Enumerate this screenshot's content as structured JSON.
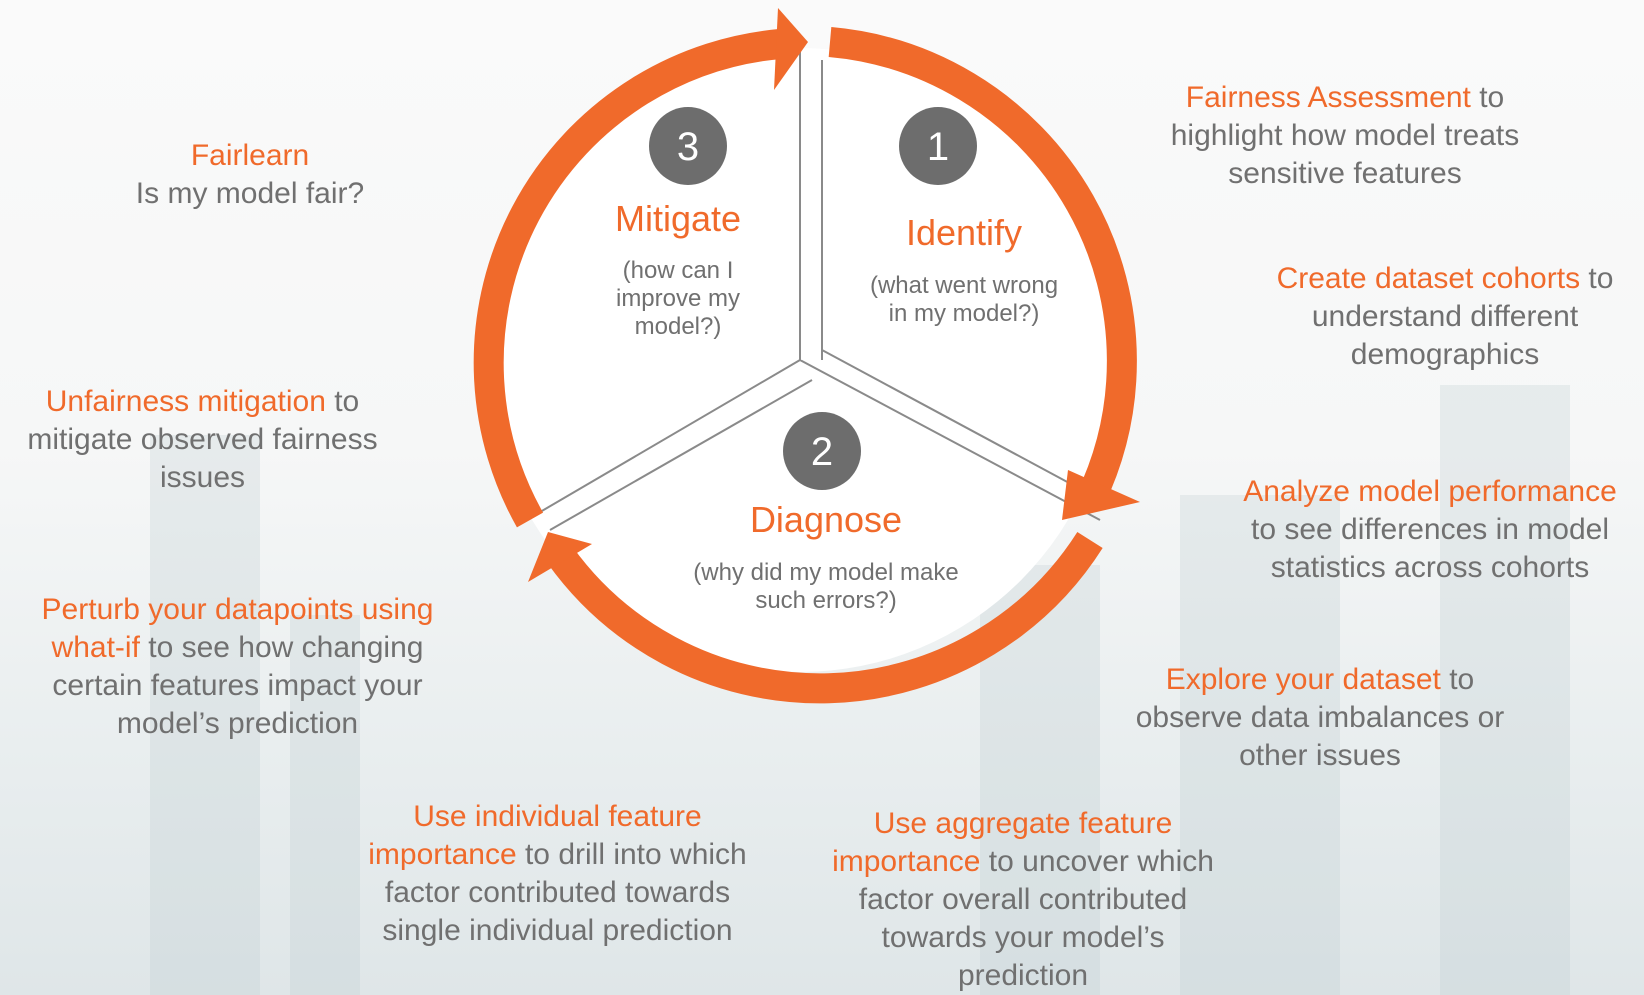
{
  "diagram": {
    "steps": [
      {
        "number": "1",
        "title": "Identify",
        "sub": [
          "(what went wrong",
          "in my model?)"
        ]
      },
      {
        "number": "2",
        "title": "Diagnose",
        "sub": [
          "(why did my model make",
          "such errors?)"
        ]
      },
      {
        "number": "3",
        "title": "Mitigate",
        "sub": [
          "(how can I",
          "improve my",
          "model?)"
        ]
      }
    ]
  },
  "annotations": {
    "fairlearn": {
      "title": "Fairlearn",
      "text": "Is my model fair?"
    },
    "fairness_assessment": {
      "highlight": "Fairness Assessment",
      "text_after": " to",
      "rest": "highlight how model treats sensitive features"
    },
    "cohorts": {
      "highlight": "Create dataset cohorts",
      "text_after": " to",
      "rest": "understand different demographics"
    },
    "performance": {
      "highlight": "Analyze model performance",
      "rest": "to see differences in model statistics across cohorts"
    },
    "explore": {
      "highlight": "Explore your dataset",
      "text_after": " to",
      "rest": "observe data imbalances or other issues"
    },
    "aggregate": {
      "highlight1": "Use aggregate feature",
      "highlight2": "importance",
      "text_after": " to uncover which",
      "rest": "factor overall contributed towards your model’s prediction"
    },
    "individual": {
      "highlight1": "Use individual feature",
      "highlight2": "importance",
      "text_after": " to drill into which",
      "rest": "factor contributed towards single individual prediction"
    },
    "perturb": {
      "highlight1": "Perturb your datapoints using",
      "highlight2": "what-if",
      "text_after": " to see how changing",
      "rest": "certain features impact your model’s prediction"
    },
    "unfairness": {
      "highlight": "Unfairness mitigation",
      "text_after": " to",
      "rest": "mitigate observed fairness issues"
    }
  },
  "colors": {
    "accent": "#f06a2b",
    "text": "#707070",
    "badge": "#6d6d6d"
  }
}
